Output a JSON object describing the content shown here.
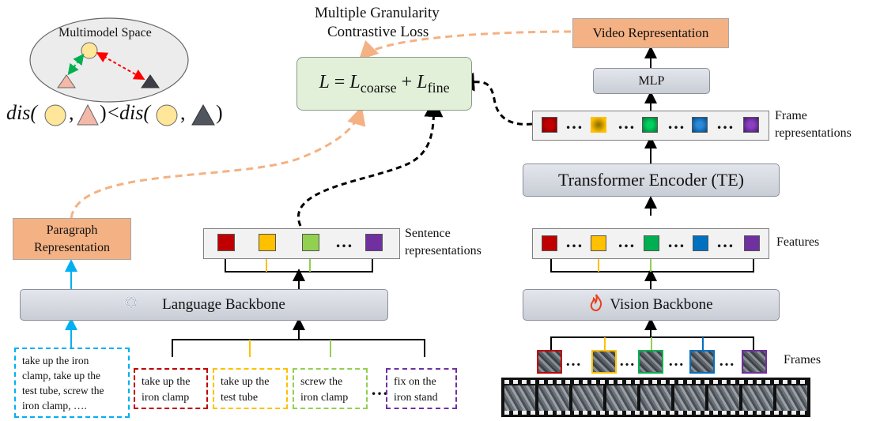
{
  "title_line1": "Multiple Granularity",
  "title_line2": "Contrastive Loss",
  "space": {
    "label": "Multimodel  Space",
    "inequality": {
      "left_fn": "dis(",
      "comma1": ",",
      "close1": ")",
      "lt": "<",
      "right_fn": "dis(",
      "comma2": ",",
      "close2": ")"
    }
  },
  "loss": {
    "L": "L",
    "eq": " = ",
    "Lc": "L",
    "sub_coarse": "coarse",
    "plus": " + ",
    "Lf": "L",
    "sub_fine": "fine"
  },
  "video_representation": "Video Representation",
  "mlp": "MLP",
  "frame_repr_label": "Frame\nrepresentations",
  "transformer_encoder": "Transformer Encoder (TE)",
  "features_label": "Features",
  "vision_backbone": "Vision Backbone",
  "frames_label": "Frames",
  "paragraph_representation": "Paragraph\nRepresentation",
  "sentence_repr_label": "Sentence\nrepresentations",
  "language_backbone": "Language  Backbone",
  "paragraph_text": "take up the iron\nclamp, take up the\ntest tube, screw the\niron clamp, ….",
  "sentences": [
    "take up the\niron clamp",
    "take up the\ntest tube",
    "screw the\niron clamp",
    "fix  on the\niron stand"
  ],
  "ellipsis": "…",
  "colors": {
    "red": "#c00000",
    "yellow": "#ffc000",
    "green_light": "#92d050",
    "green": "#00b050",
    "blue": "#0070c0",
    "purple": "#7030a0",
    "orange_box": "#f4b183",
    "dashed_orange": "#f4b183",
    "cyan_arrow": "#00b0f0"
  },
  "icons": [
    "openai-logo-icon",
    "flame-icon",
    "circle-icon",
    "triangle-icon"
  ]
}
